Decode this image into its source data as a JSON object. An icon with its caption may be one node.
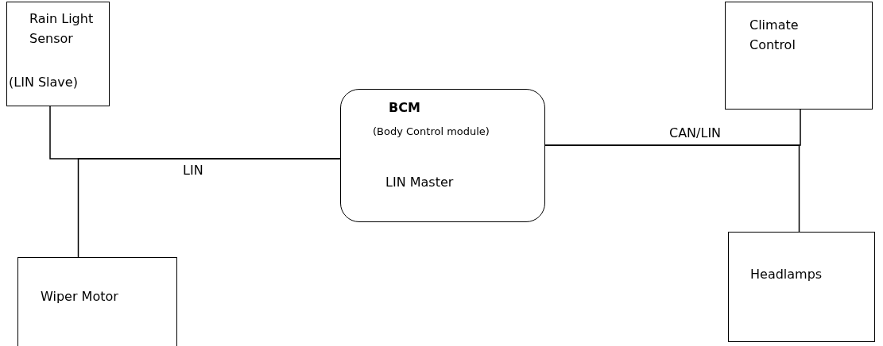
{
  "diagram": {
    "nodes": [
      {
        "text": [
          "Rain Light Sensor",
          "(LIN Slave)"
        ]
      },
      {
        "text": [
          "BCM",
          "(Body Control module)",
          "LIN Master"
        ]
      },
      {
        "text": [
          "Climate Control"
        ]
      },
      {
        "text": [
          "Wiper Motor"
        ]
      },
      {
        "text": [
          "Headlamps"
        ]
      }
    ],
    "edges": [
      {
        "from": 1,
        "to": 0,
        "arrow": "none",
        "label": "LIN"
      },
      {
        "from": 1,
        "to": 3,
        "arrow": "none"
      },
      {
        "from": 1,
        "to": 2,
        "arrow": "none",
        "label": "CAN/LIN"
      },
      {
        "from": 1,
        "to": 4,
        "arrow": "none"
      }
    ]
  }
}
